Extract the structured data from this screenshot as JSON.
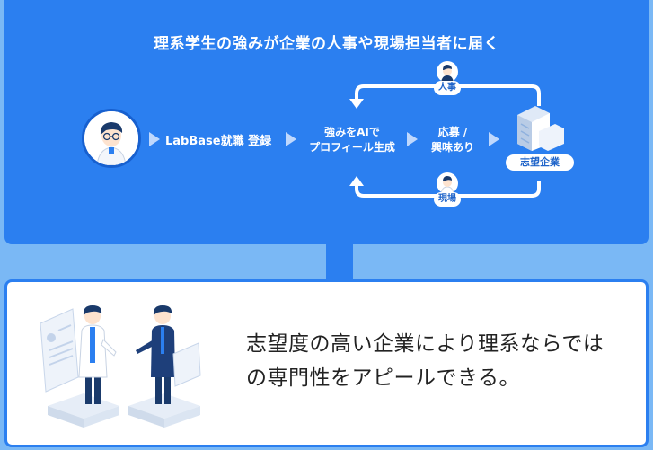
{
  "header": {
    "title": "理系学生の強みが企業の人事や現場担当者に届く"
  },
  "flow": {
    "step1": "LabBase就職 登録",
    "step2_line1": "強みをAIで",
    "step2_line2": "プロフィール生成",
    "step3_line1": "応募 /",
    "step3_line2": "興味あり",
    "company_label": "志望企業",
    "top_return_label": "人事",
    "bottom_return_label": "現場"
  },
  "result": {
    "line1": "志望度の高い企業により理系ならでは",
    "line2": "の専門性をアピールできる。"
  },
  "colors": {
    "panel_blue": "#2b7ff0",
    "background_light_blue": "#7ab8f5",
    "white": "#ffffff"
  }
}
